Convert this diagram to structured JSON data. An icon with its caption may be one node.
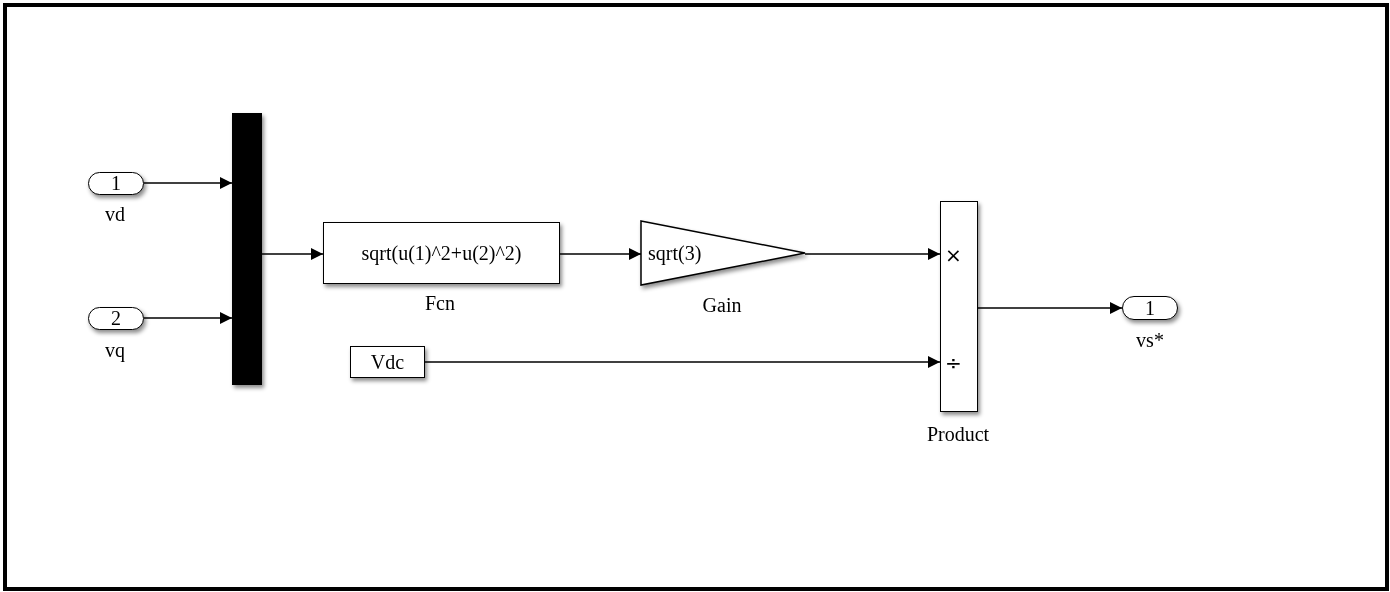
{
  "diagram": {
    "nodes": [
      {
        "text": [
          "1"
        ],
        "beside": [
          "vd"
        ]
      },
      {
        "text": [
          "2"
        ],
        "beside": [
          "vq"
        ]
      },
      {
        "text": [],
        "shape": "bar"
      },
      {
        "text": [
          "sqrt(u(1)^2+u(2)^2)"
        ],
        "beside": [
          "Fcn"
        ]
      },
      {
        "text": [
          "sqrt(3)"
        ],
        "beside": [
          "Gain"
        ]
      },
      {
        "text": [
          "Vdc"
        ]
      },
      {
        "text": [
          "×",
          "÷"
        ],
        "beside": [
          "Product"
        ]
      },
      {
        "text": [
          "1"
        ],
        "beside": [
          "vs*"
        ]
      }
    ],
    "edges": [
      {
        "from": 0,
        "to": 2,
        "arrow": "to"
      },
      {
        "from": 1,
        "to": 2,
        "arrow": "to"
      },
      {
        "from": 2,
        "to": 3,
        "arrow": "to"
      },
      {
        "from": 3,
        "to": 4,
        "arrow": "to"
      },
      {
        "from": 4,
        "to": 6,
        "arrow": "to"
      },
      {
        "from": 5,
        "to": 6,
        "arrow": "to"
      },
      {
        "from": 6,
        "to": 7,
        "arrow": "to"
      }
    ]
  }
}
